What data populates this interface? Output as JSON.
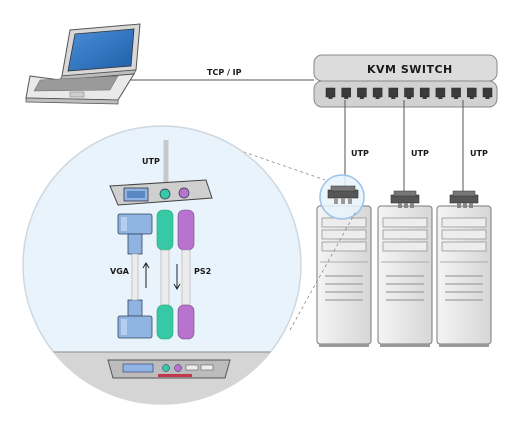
{
  "labels": {
    "tcp_ip": "TCP / IP",
    "kvm_switch": "KVM SWITCH",
    "utp_1": "UTP",
    "utp_2": "UTP",
    "utp_3": "UTP",
    "utp_zoom": "UTP",
    "vga": "VGA",
    "ps2": "PS2"
  },
  "colors": {
    "vga_connector": "#8fb4e3",
    "ps2_green": "#37c9a6",
    "ps2_purple": "#b873cf",
    "switch_body": "#d9d9d9",
    "magnifier_fill": "#e8f3fc"
  },
  "switch": {
    "port_count": 11
  },
  "servers": {
    "count": 3
  }
}
